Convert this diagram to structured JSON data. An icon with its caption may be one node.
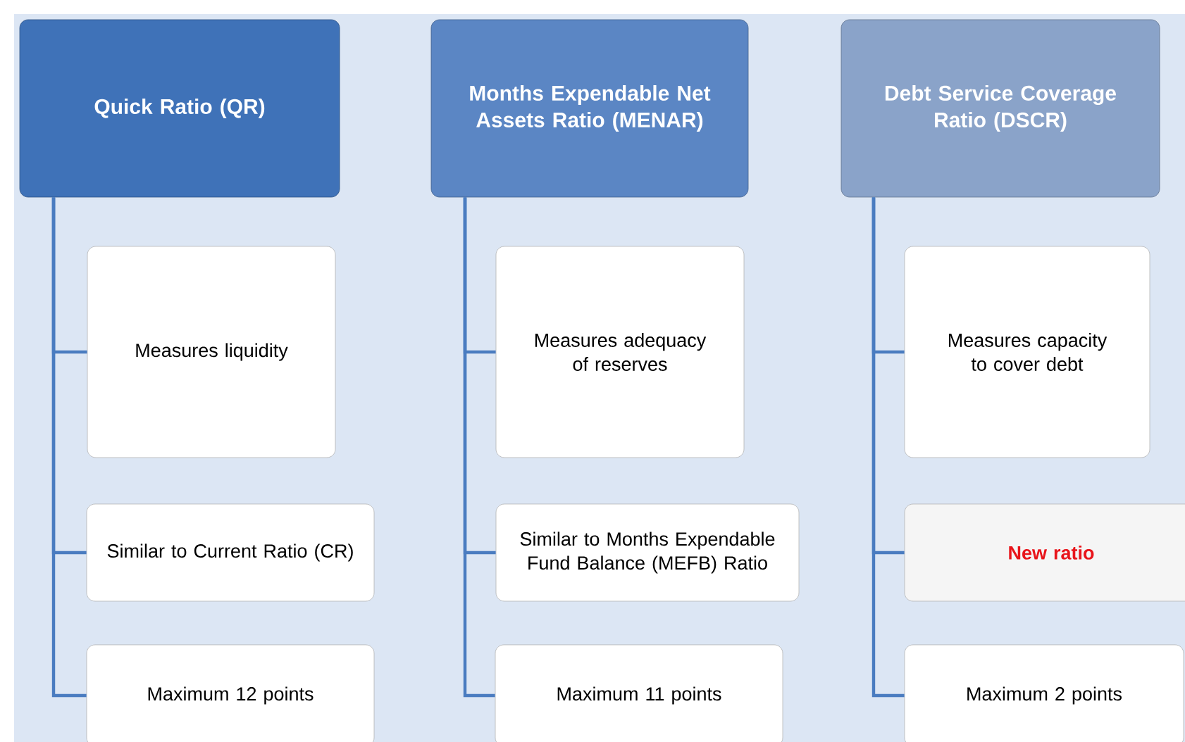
{
  "diagram": {
    "nodes": [
      {
        "text": [
          "Quick Ratio (QR)"
        ]
      },
      {
        "text": [
          "Measures liquidity"
        ]
      },
      {
        "text": [
          "Similar to Current Ratio (CR)"
        ]
      },
      {
        "text": [
          "Maximum 12 points"
        ]
      },
      {
        "text": [
          "Months Expendable Net Assets Ratio (MENAR)"
        ]
      },
      {
        "text": [
          "Measures adequacy of reserves"
        ]
      },
      {
        "text": [
          "Similar to Months Expendable Fund Balance (MEFB) Ratio"
        ]
      },
      {
        "text": [
          "Maximum 11 points"
        ]
      },
      {
        "text": [
          "Debt Service Coverage Ratio (DSCR)"
        ]
      },
      {
        "text": [
          "Measures capacity to cover debt"
        ]
      },
      {
        "text": [
          "New ratio"
        ]
      },
      {
        "text": [
          "Maximum 2 points"
        ]
      }
    ],
    "edges": [
      {
        "from": 0,
        "to": 1,
        "arrow": "none"
      },
      {
        "from": 0,
        "to": 2,
        "arrow": "none"
      },
      {
        "from": 0,
        "to": 3,
        "arrow": "none"
      },
      {
        "from": 4,
        "to": 5,
        "arrow": "none"
      },
      {
        "from": 4,
        "to": 6,
        "arrow": "none"
      },
      {
        "from": 4,
        "to": 7,
        "arrow": "none"
      },
      {
        "from": 8,
        "to": 9,
        "arrow": "none"
      },
      {
        "from": 8,
        "to": 10,
        "arrow": "none"
      },
      {
        "from": 8,
        "to": 11,
        "arrow": "none"
      }
    ]
  }
}
